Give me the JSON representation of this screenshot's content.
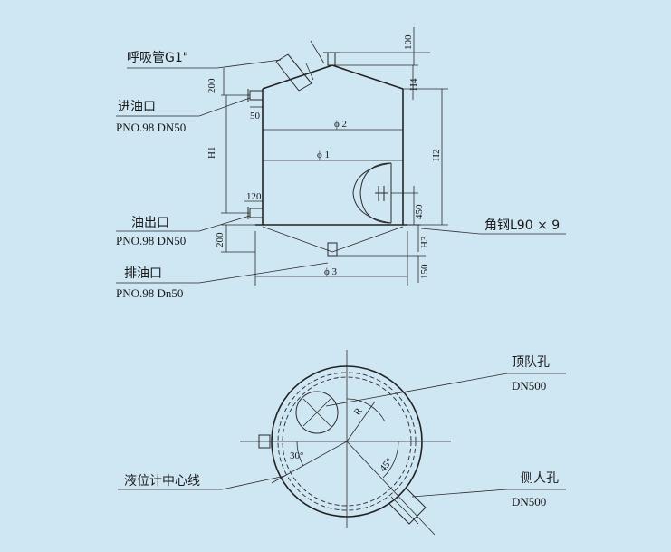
{
  "elevation": {
    "breather_label": "呼吸管G1\"",
    "inlet_label": "进油口",
    "inlet_spec": "PNO.98 DN50",
    "outlet_label": "油出口",
    "outlet_spec": "PNO.98 DN50",
    "drain_label": "排油口",
    "drain_spec": "PNO.98 Dn50",
    "angle_steel_label": "角钢L90 × 9",
    "dims": {
      "d100": "100",
      "d200_top": "200",
      "d50": "50",
      "phi2": "ϕ 2",
      "phi1": "ϕ 1",
      "phi3": "ϕ 3",
      "h1": "H1",
      "h2": "H2",
      "h3": "H3",
      "h4": "H4",
      "d120": "120",
      "d450": "450",
      "d200_bot": "200",
      "d150": "150"
    }
  },
  "plan": {
    "top_manhole_label": "顶队孔",
    "top_manhole_spec": "DN500",
    "side_manhole_label": "侧人孔",
    "side_manhole_spec": "DN500",
    "level_gauge_label": "液位计中心线",
    "angle30": "30°",
    "angle45": "45°",
    "radius": "R"
  }
}
